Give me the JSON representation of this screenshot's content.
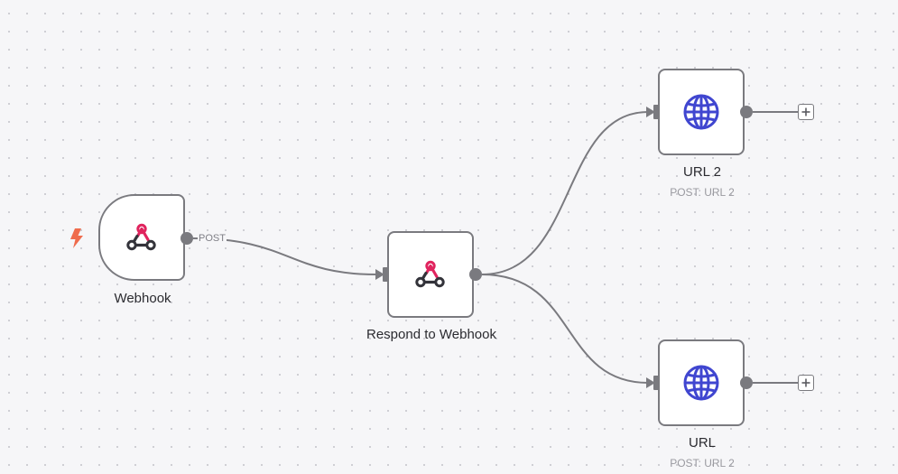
{
  "colors": {
    "canvas_bg": "#f6f6f8",
    "node_border": "#7a7a7f",
    "edge": "#7a7a7f",
    "webhook_pink": "#e0245e",
    "webhook_dark": "#33333a",
    "globe_blue": "#4046d0",
    "trigger_orange": "#ef6c4d"
  },
  "nodes": {
    "webhook": {
      "label": "Webhook",
      "icon": "webhook-icon",
      "trigger_icon": "bolt-icon"
    },
    "respond": {
      "label": "Respond to Webhook",
      "icon": "webhook-icon"
    },
    "url2": {
      "label": "URL 2",
      "subtitle": "POST: URL 2",
      "icon": "globe-icon"
    },
    "url": {
      "label": "URL",
      "subtitle": "POST: URL 2",
      "icon": "globe-icon"
    }
  },
  "edges": {
    "webhook_to_respond": {
      "label": "POST"
    }
  },
  "add_button_icon": "plus-icon"
}
